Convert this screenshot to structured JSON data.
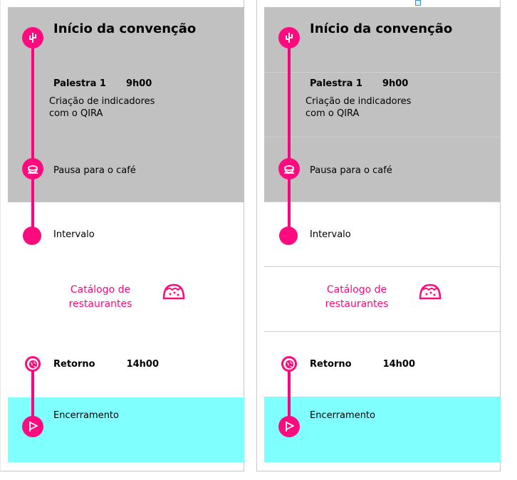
{
  "panels": [
    {
      "title": "Início da convenção",
      "talk": {
        "name": "Palestra 1",
        "time": "9h00",
        "description_line1": "Criação de indicadores",
        "description_line2": "com o QIRA"
      },
      "break": "Pausa para o café",
      "interval": "Intervalo",
      "catalog_line1": "Catálogo de",
      "catalog_line2": "restaurantes",
      "return": {
        "label": "Retorno",
        "time": "14h00"
      },
      "closing": "Encerramento"
    },
    {
      "title": "Início da convenção",
      "talk": {
        "name": "Palestra 1",
        "time": "9h00",
        "description_line1": "Criação de indicadores",
        "description_line2": "com o QIRA"
      },
      "break": "Pausa para o café",
      "interval": "Intervalo",
      "catalog_line1": "Catálogo de",
      "catalog_line2": "restaurantes",
      "return": {
        "label": "Retorno",
        "time": "14h00"
      },
      "closing": "Encerramento"
    }
  ],
  "icons": {
    "start": "cactus-icon",
    "break": "coffee-cup-icon",
    "catalog": "taco-icon",
    "return": "globe-icon",
    "closing": "flag-icon"
  },
  "colors": {
    "accent": "#ff0a7f",
    "section_gray": "#c1c1c1",
    "section_cyan": "#80ffff"
  }
}
